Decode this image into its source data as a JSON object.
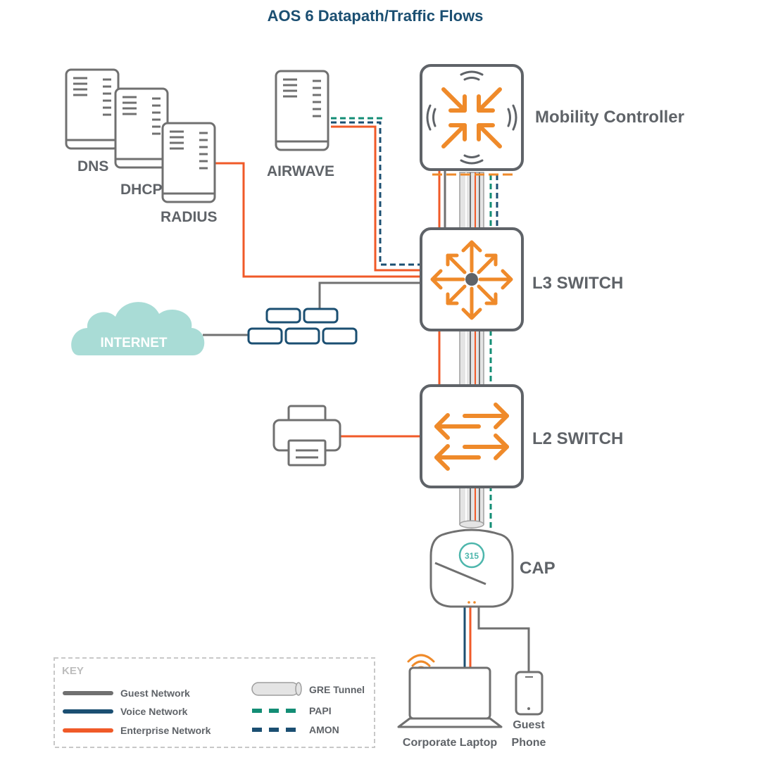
{
  "title": "AOS 6 Datapath/Traffic Flows",
  "devices": {
    "mobility_controller": "Mobility Controller",
    "l3_switch": "L3 SWITCH",
    "l2_switch": "L2 SWITCH",
    "cap": "CAP",
    "cap_badge": "315",
    "internet": "INTERNET"
  },
  "servers": {
    "dns": "DNS",
    "dhcp": "DHCP",
    "radius": "RADIUS",
    "airwave": "AIRWAVE"
  },
  "clients": {
    "laptop": "Corporate Laptop",
    "phone_line1": "Guest",
    "phone_line2": "Phone"
  },
  "key": {
    "title": "KEY",
    "items": [
      {
        "label": "Guest Network"
      },
      {
        "label": "Voice Network"
      },
      {
        "label": "Enterprise  Network"
      },
      {
        "label": "GRE Tunnel"
      },
      {
        "label": "PAPI"
      },
      {
        "label": "AMON"
      }
    ]
  },
  "colors": {
    "guest": "#707070",
    "voice": "#1b4f72",
    "enterprise": "#f05a28",
    "papi": "#138d75",
    "amon": "#1b4f72",
    "device_accent": "#ef8a2a",
    "outline": "#707070",
    "cloud": "#a9dcd6"
  }
}
